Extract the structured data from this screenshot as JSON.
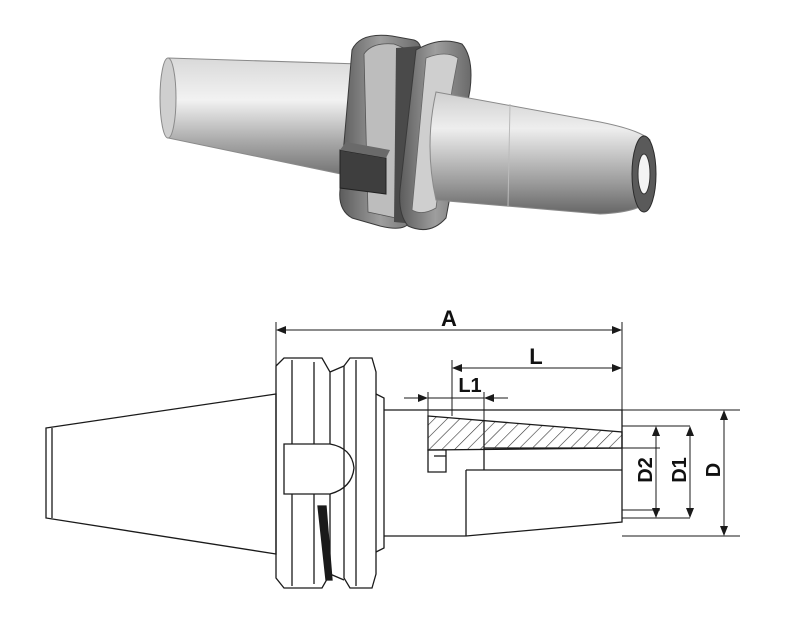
{
  "dimensions": {
    "A": "A",
    "L": "L",
    "L1": "L1",
    "D2": "D2",
    "D1": "D1",
    "D": "D"
  },
  "colors": {
    "line": "#1a1a1a",
    "hatch": "#333333",
    "background": "#ffffff",
    "render_light": "#e6e6e6",
    "render_dark": "#5a5a5a"
  }
}
